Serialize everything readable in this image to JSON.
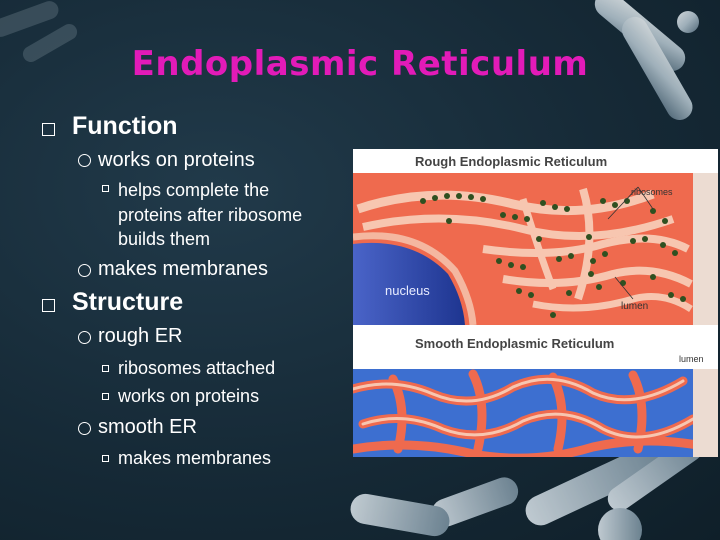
{
  "slide": {
    "title": "Endoplasmic Reticulum",
    "colors": {
      "title": "#e21bb8",
      "background": "#162a37",
      "text": "#ffffff"
    },
    "bullets": {
      "function": {
        "label": "Function",
        "item1": {
          "label": "works on proteins",
          "sub1": [
            "helps complete the",
            "proteins after ribosome",
            "builds them"
          ]
        },
        "item2": {
          "label": "makes membranes"
        }
      },
      "structure": {
        "label": "Structure",
        "rough": {
          "label": "rough ER",
          "sub1": "ribosomes attached",
          "sub2": "works on proteins"
        },
        "smooth": {
          "label": "smooth ER",
          "sub1": "makes membranes"
        }
      }
    }
  },
  "figure": {
    "rough_title": "Rough Endoplasmic Reticulum",
    "ribosomes_label": "ribosomes",
    "nucleus_label": "nucleus",
    "lumen_label_rough": "lumen",
    "smooth_title": "Smooth Endoplasmic Reticulum",
    "lumen_label_smooth": "lumen"
  }
}
